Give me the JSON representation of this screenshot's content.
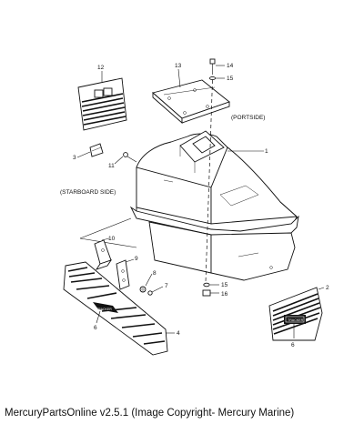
{
  "diagram": {
    "side_labels": {
      "portside": "(PORTSIDE)",
      "starboard_side": "(STARBOARD SIDE)"
    },
    "callouts": {
      "c1": "1",
      "c2": "2",
      "c3": "3",
      "c4": "4",
      "c6a": "6",
      "c6b": "6",
      "c7": "7",
      "c8": "8",
      "c9": "9",
      "c10": "10",
      "c11": "11",
      "c12": "12",
      "c13": "13",
      "c14": "14",
      "c15a": "15",
      "c15b": "15",
      "c16": "16"
    },
    "decal_text": "TRACKER"
  },
  "footer": {
    "text": "MercuryPartsOnline v2.5.1 (Image Copyright- Mercury Marine)"
  }
}
